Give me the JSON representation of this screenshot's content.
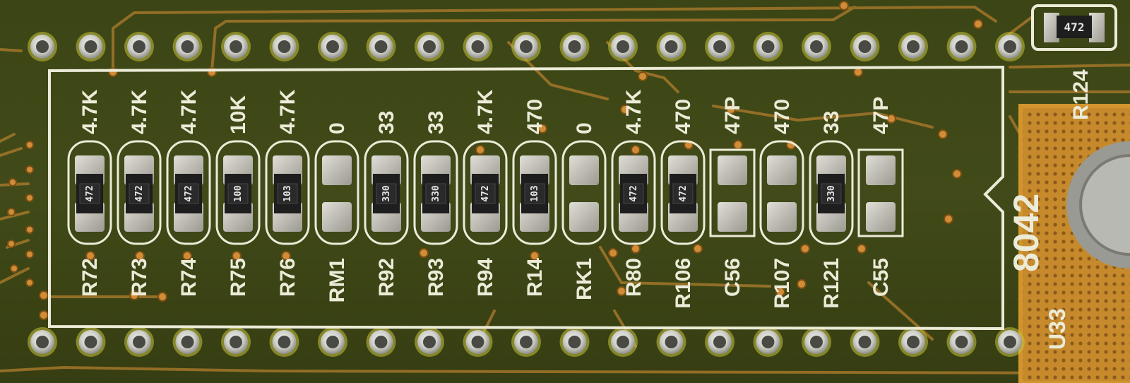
{
  "board": {
    "colors": {
      "pcb": "#3b4416",
      "pcb_dark": "#2a300f",
      "silk": "#ecebd8",
      "copper": "#b07a2a",
      "pad": "#c9c6bd",
      "resistor_body": "#1e1e1e"
    },
    "top_values": [
      "4.7K",
      "4.7K",
      "4.7K",
      "10K",
      "4.7K",
      "0",
      "33",
      "33",
      "4.7K",
      "470",
      "0",
      "4.7K",
      "470",
      "47P",
      "470",
      "33",
      "47P"
    ],
    "components": [
      {
        "ref": "R72",
        "code": "472"
      },
      {
        "ref": "R73",
        "code": "472"
      },
      {
        "ref": "R74",
        "code": "472"
      },
      {
        "ref": "R75",
        "code": "100"
      },
      {
        "ref": "R76",
        "code": "103"
      },
      {
        "ref": "RM1",
        "code": ""
      },
      {
        "ref": "R92",
        "code": "330"
      },
      {
        "ref": "R93",
        "code": "330"
      },
      {
        "ref": "R94",
        "code": "472"
      },
      {
        "ref": "R14",
        "code": "103"
      },
      {
        "ref": "RK1",
        "code": ""
      },
      {
        "ref": "R80",
        "code": "472"
      },
      {
        "ref": "R106",
        "code": "472"
      },
      {
        "ref": "C56",
        "code": ""
      },
      {
        "ref": "R107",
        "code": ""
      },
      {
        "ref": "R121",
        "code": "330"
      },
      {
        "ref": "C55",
        "code": ""
      }
    ],
    "chip_label": "8042",
    "chip_ref": "U33",
    "corner_resistor": {
      "ref": "R124",
      "code": "472"
    }
  }
}
